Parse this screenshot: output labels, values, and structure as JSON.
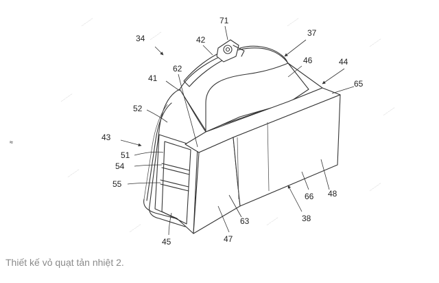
{
  "figure": {
    "labels": [
      "71",
      "34",
      "42",
      "37",
      "46",
      "44",
      "62",
      "65",
      "41",
      "52",
      "43",
      "51",
      "54",
      "55",
      "66",
      "48",
      "63",
      "38",
      "47",
      "45"
    ]
  },
  "side_mark": "≈",
  "caption": "Thiết kế vỏ quạt tản nhiệt 2."
}
